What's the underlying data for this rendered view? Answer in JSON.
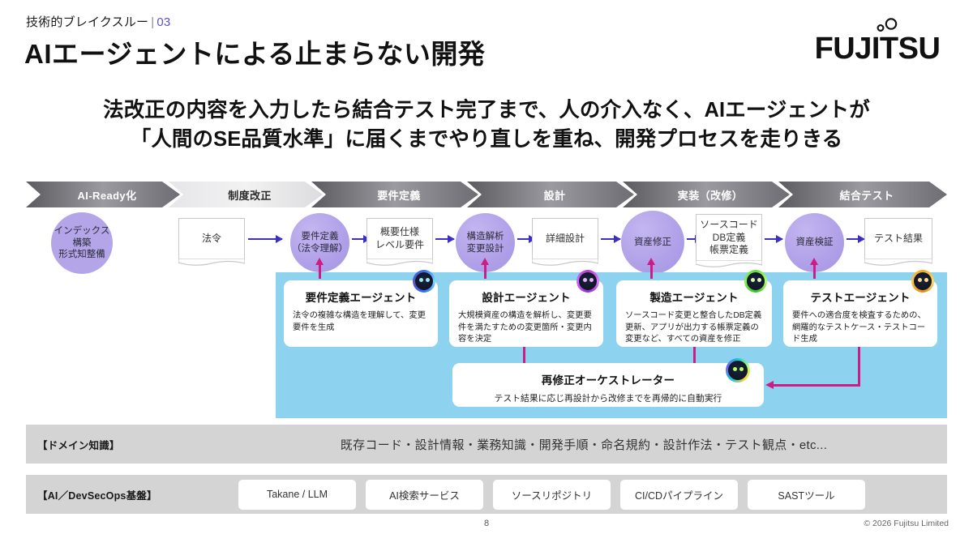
{
  "header": {
    "eyebrow_text": "技術的ブレイクスルー",
    "eyebrow_sep": "|",
    "eyebrow_number": "03",
    "title": "AIエージェントによる止まらない開発",
    "logo_text": "FUJITSU"
  },
  "subtitle": {
    "line1": "法改正の内容を入力したら結合テスト完了まで、人の介入なく、AIエージェントが",
    "line2": "「人間のSE品質水準」に届くまでやり直しを重ね、開発プロセスを走りきる"
  },
  "phases": [
    {
      "label": "AI-Ready化",
      "tone": "dark"
    },
    {
      "label": "制度改正",
      "tone": "light"
    },
    {
      "label": "要件定義",
      "tone": "dark"
    },
    {
      "label": "設計",
      "tone": "dark"
    },
    {
      "label": "実装（改修）",
      "tone": "dark"
    },
    {
      "label": "結合テスト",
      "tone": "dark"
    }
  ],
  "flow_nodes": [
    {
      "kind": "circle-plain",
      "line1": "インデックス構築",
      "line2": "形式知整備"
    },
    {
      "kind": "doc",
      "line1": "法令"
    },
    {
      "kind": "circle",
      "line1": "要件定義",
      "line2": "（法令理解）"
    },
    {
      "kind": "doc",
      "line1": "概要仕様",
      "line2": "レベル要件"
    },
    {
      "kind": "circle",
      "line1": "構造解析",
      "line2": "変更設計"
    },
    {
      "kind": "doc",
      "line1": "詳細設計"
    },
    {
      "kind": "circle",
      "line1": "資産修正"
    },
    {
      "kind": "doc",
      "line1": "ソースコード",
      "line2": "DB定義",
      "line3": "帳票定義"
    },
    {
      "kind": "circle",
      "line1": "資産検証"
    },
    {
      "kind": "doc",
      "line1": "テスト結果"
    }
  ],
  "agents": [
    {
      "title": "要件定義エージェント",
      "body": "法令の複雑な構造を理解して、変更要件を生成",
      "bot_ring": "#2f6df6",
      "bot_eye": "#9fe8ff"
    },
    {
      "title": "設計エージェント",
      "body": "大規模資産の構造を解析し、変更要件を満たすための変更箇所・変更内容を決定",
      "bot_ring": "#b63bd6",
      "bot_eye": "#e3b8ff"
    },
    {
      "title": "製造エージェント",
      "body": "ソースコード変更と整合したDB定義更新、アプリが出力する帳票定義の変更など、すべての資産を修正",
      "bot_ring": "#5ce03a",
      "bot_eye": "#d9ffb0"
    },
    {
      "title": "テストエージェント",
      "body": "要件への適合度を検査するための、網羅的なテストケース・テストコード生成",
      "bot_ring": "#f0a81e",
      "bot_eye": "#ffe08a"
    }
  ],
  "orchestrator": {
    "title": "再修正オーケストレーター",
    "body": "テスト結果に応じ再設計から改修までを再帰的に自動実行",
    "bot_ring": "#18c8d8",
    "bot_eye": "#b6ff6a"
  },
  "domain_band": {
    "label": "【ドメイン知識】",
    "text": "既存コード・設計情報・業務知識・開発手順・命名規約・設計作法・テスト観点・etc..."
  },
  "platform_band": {
    "label": "【AI／DevSecOps基盤】",
    "chips": [
      {
        "label": "Takane / LLM"
      },
      {
        "label": "AI検索サービス"
      },
      {
        "label": "ソースリポジトリ"
      },
      {
        "label": "CI/CDパイプライン"
      },
      {
        "label": "SASTツール"
      }
    ]
  },
  "footer": {
    "page_number": "8",
    "copyright": "© 2026 Fujitsu Limited"
  },
  "colors": {
    "accent_purple": "#5b53c8",
    "arrow_blue": "#3b2fc4",
    "arrow_pink": "#cc1d84",
    "panel_blue": "#8dd3f0",
    "band_gray": "#d4d4d4",
    "node_purple": "#b3a5e8"
  }
}
